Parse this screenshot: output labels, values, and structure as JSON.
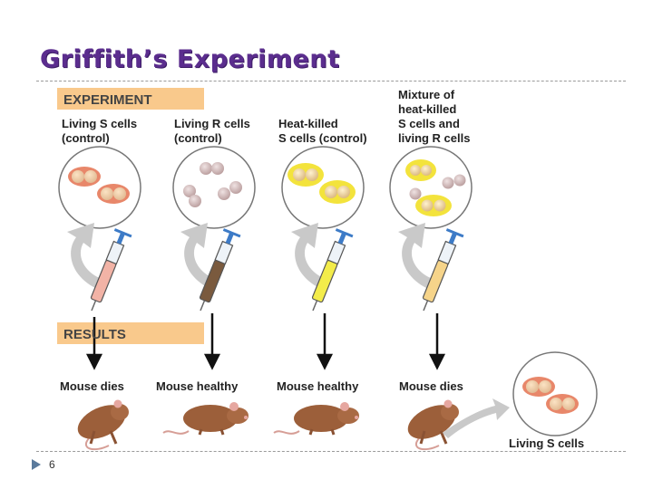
{
  "slide": {
    "title": "Griffith’s Experiment",
    "page_number": "6"
  },
  "colors": {
    "title": "#5b2d8e",
    "band": "#f9c98c",
    "s_cell": "#e8876a",
    "r_cell": "#c9b4b4",
    "heat_killed_halo": "#f3e33c"
  },
  "experiment": {
    "header": "EXPERIMENT",
    "columns": [
      {
        "label_lines": [
          "Living S cells",
          "(control)"
        ],
        "syringe": "pink-syringe"
      },
      {
        "label_lines": [
          "Living R cells",
          "(control)"
        ],
        "syringe": "brown-syringe"
      },
      {
        "label_lines": [
          "Heat-killed",
          "S cells (control)"
        ],
        "syringe": "yellow-syringe"
      },
      {
        "label_lines": [
          "Mixture of",
          "heat-killed",
          "S cells and",
          "living R cells"
        ],
        "syringe": "orange-syringe"
      }
    ]
  },
  "results": {
    "header": "RESULTS",
    "outcomes": [
      "Mouse dies",
      "Mouse healthy",
      "Mouse healthy",
      "Mouse dies"
    ],
    "recovered_label": "Living S cells"
  }
}
